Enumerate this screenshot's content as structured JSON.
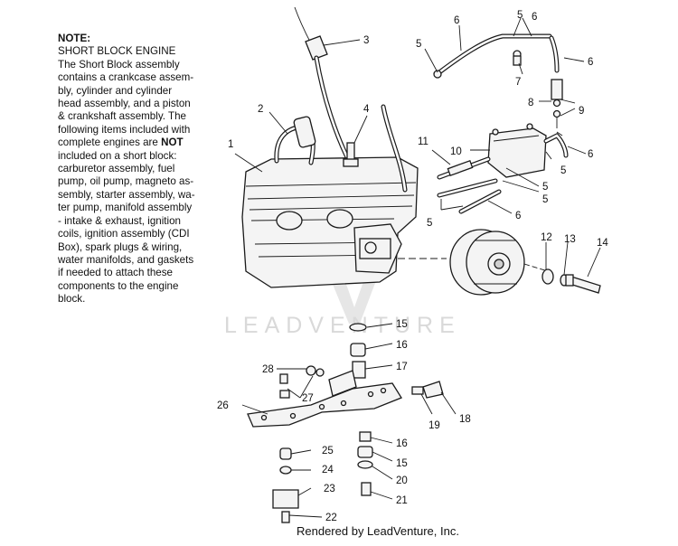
{
  "note": {
    "title": "NOTE:",
    "lines": [
      "SHORT BLOCK ENGINE",
      "The Short Block assembly",
      "contains a crankcase assem-",
      "bly, cylinder and cylinder",
      "head assembly, and a piston",
      "& crankshaft assembly.  The",
      "following items included with",
      "complete engines are ",
      "included on a short block:",
      "carburetor assembly, fuel",
      "pump, oil pump, magneto as-",
      "sembly, starter assembly, wa-",
      "ter pump, manifold assembly",
      "- intake & exhaust, ignition",
      "coils, ignition assembly (CDI",
      "Box), spark plugs & wiring,",
      "water manifolds, and gaskets",
      "if needed to attach these",
      "components to the engine",
      "block."
    ],
    "emphasis": "NOT"
  },
  "watermark": "LEADVENTURE",
  "footer": "Rendered by LeadVenture, Inc.",
  "callouts": [
    "1",
    "2",
    "3",
    "4",
    "5",
    "5",
    "5",
    "5",
    "5",
    "5",
    "6",
    "6",
    "6",
    "6",
    "6",
    "7",
    "8",
    "9",
    "10",
    "11",
    "12",
    "13",
    "14",
    "15",
    "15",
    "16",
    "16",
    "17",
    "18",
    "19",
    "20",
    "21",
    "22",
    "23",
    "24",
    "25",
    "26",
    "27",
    "28"
  ],
  "colors": {
    "line": "#1a1a1a",
    "watermark": "#d9d9d9"
  }
}
